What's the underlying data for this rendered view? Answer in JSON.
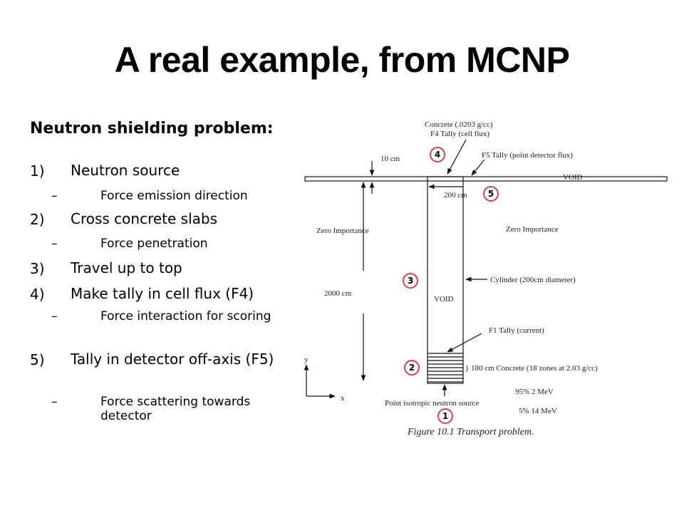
{
  "slide": {
    "title": "A real example, from MCNP",
    "subtitle": "Neutron shielding problem:",
    "items": [
      {
        "num": "1)",
        "text": "Neutron source",
        "sub": "Force emission direction"
      },
      {
        "num": "2)",
        "text": "Cross concrete slabs",
        "sub": "Force penetration"
      },
      {
        "num": "3)",
        "text": "Travel up to top",
        "sub": ""
      },
      {
        "num": "4)",
        "text": "Make tally in cell flux (F4)",
        "sub": "Force interaction for scoring"
      },
      {
        "num": "5)",
        "text": "Tally in detector off-axis (F5)",
        "sub": "Force scattering towards detector"
      }
    ],
    "dash": "–"
  },
  "figure": {
    "concrete_label_1": "Concrete (.0203 g/cc)",
    "concrete_label_2": "F4 Tally (cell flux)",
    "f5_label": "F5 Tally (point detector flux)",
    "void_top": "VOID",
    "ten_cm": "10 cm",
    "two_hundred_cm": "200 cm",
    "zero_importance_left": "Zero Importance",
    "zero_importance_right": "Zero Importance",
    "two_thousand_cm": "2000 cm",
    "cylinder_label": "Cylinder (200cm diameter)",
    "void_inside": "VOID",
    "f1_label": "F1 Tally (current)",
    "slab_label": "} 180 cm Concrete (18 zones at 2.03 g/cc)",
    "axis_y": "y",
    "axis_x": "x",
    "source_label": "Point isotropic neutron source",
    "energy_1": "95% 2 MeV",
    "energy_2": "5% 14 MeV",
    "caption": "Figure 10.1 Transport problem.",
    "markers": [
      "4",
      "5",
      "3",
      "2",
      "1"
    ],
    "marker_color": "#d9413a"
  }
}
